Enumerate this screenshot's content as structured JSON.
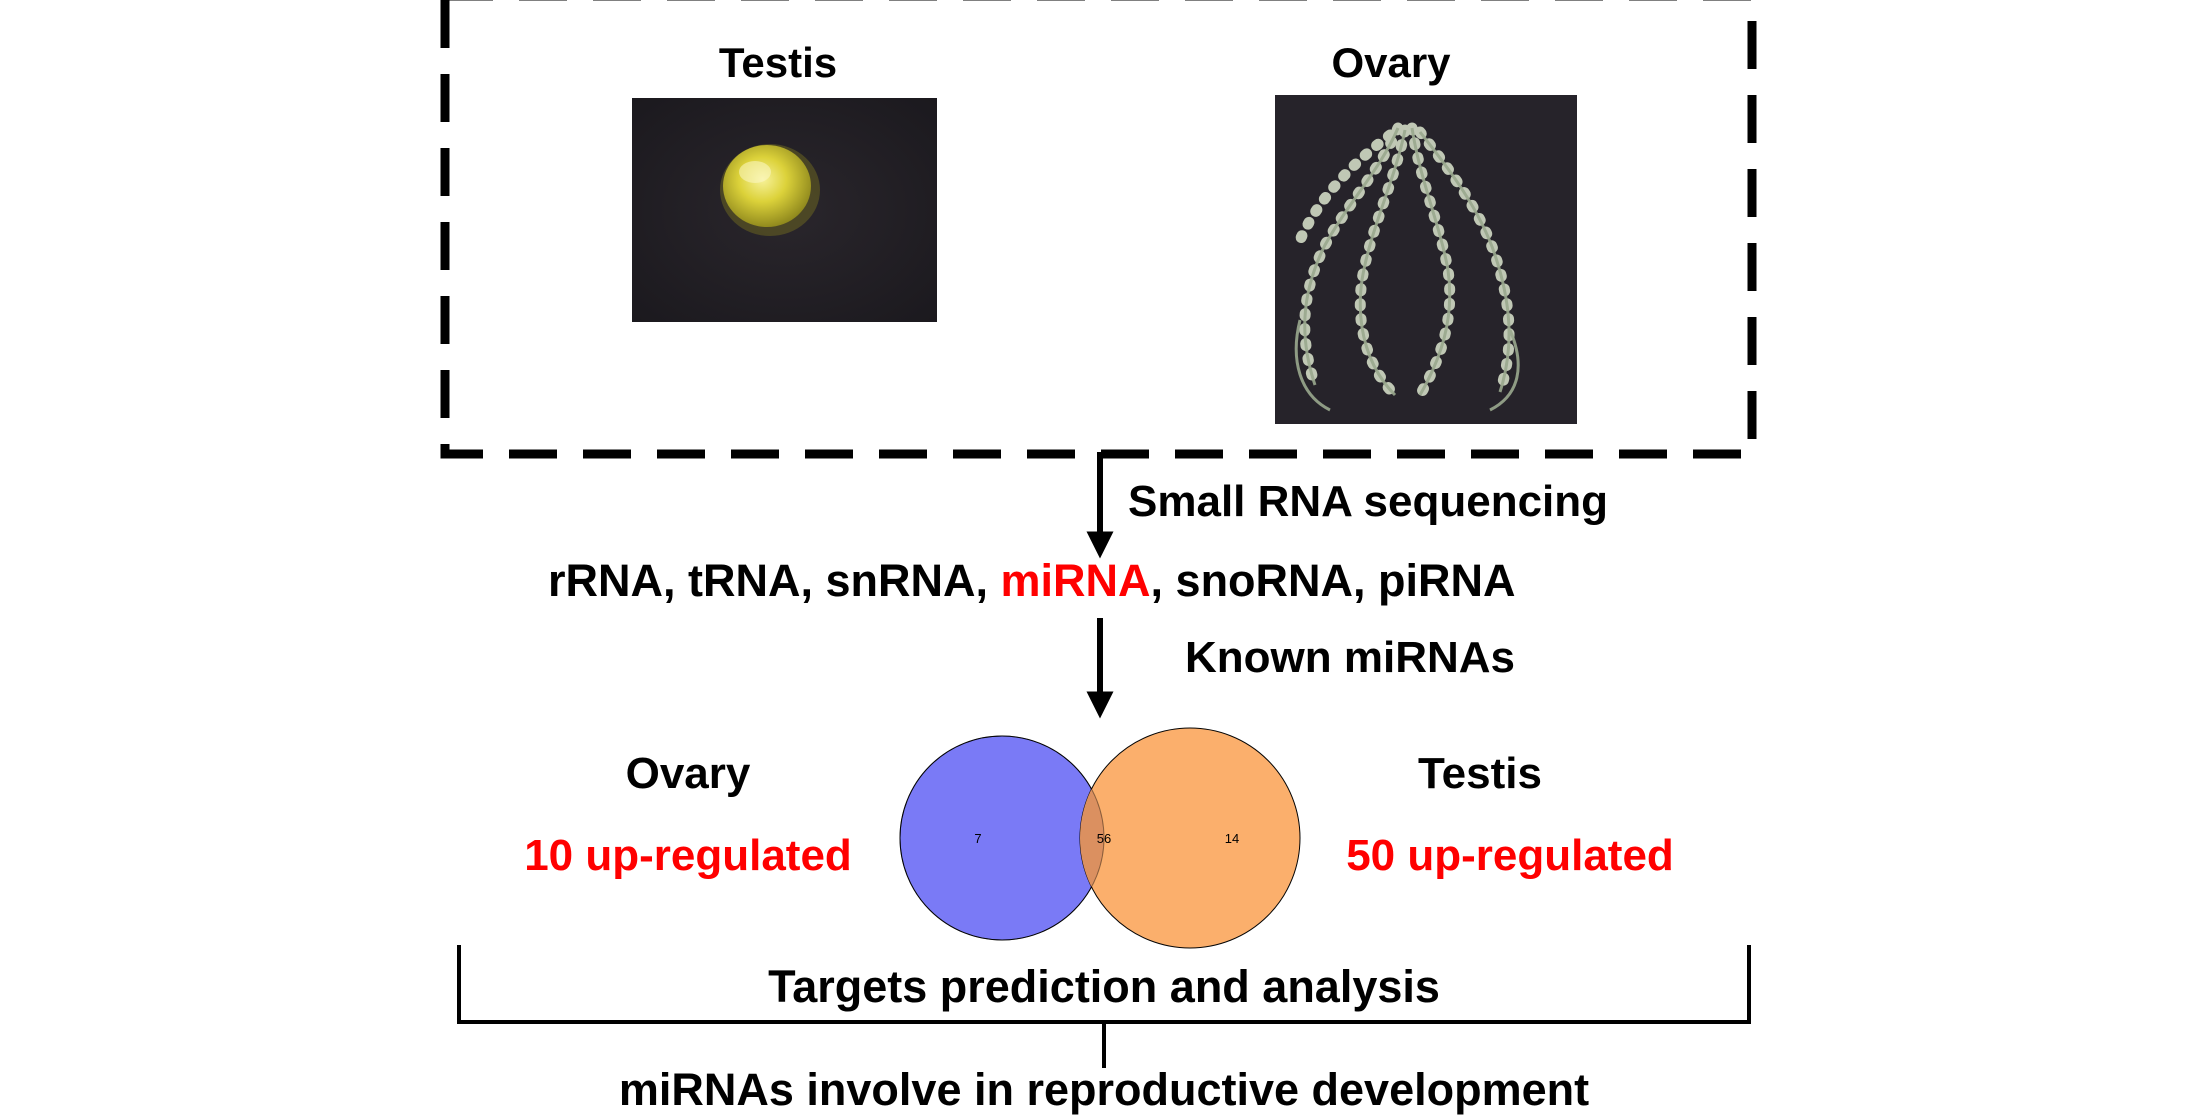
{
  "top_panel": {
    "testis_label": "Testis",
    "ovary_label": "Ovary"
  },
  "flow": {
    "step1_label": "Small RNA sequencing",
    "rna_types": {
      "part1": "rRNA, tRNA, snRNA, ",
      "highlight": "miRNA",
      "part2": ", snoRNA, piRNA"
    },
    "step2_label": "Known miRNAs"
  },
  "venn": {
    "left_title": "Ovary",
    "left_count_label": "10 up-regulated",
    "right_title": "Testis",
    "right_count_label": "50 up-regulated",
    "left_only": "7",
    "overlap": "56",
    "right_only": "14",
    "left_color": "#7878f6",
    "right_color": "#fbae6a",
    "overlap_color": "#db9060"
  },
  "analysis_label": "Targets prediction and analysis",
  "conclusion_label": "miRNAs involve in reproductive development",
  "colors": {
    "highlight": "#ff0000",
    "ink": "#000000"
  }
}
